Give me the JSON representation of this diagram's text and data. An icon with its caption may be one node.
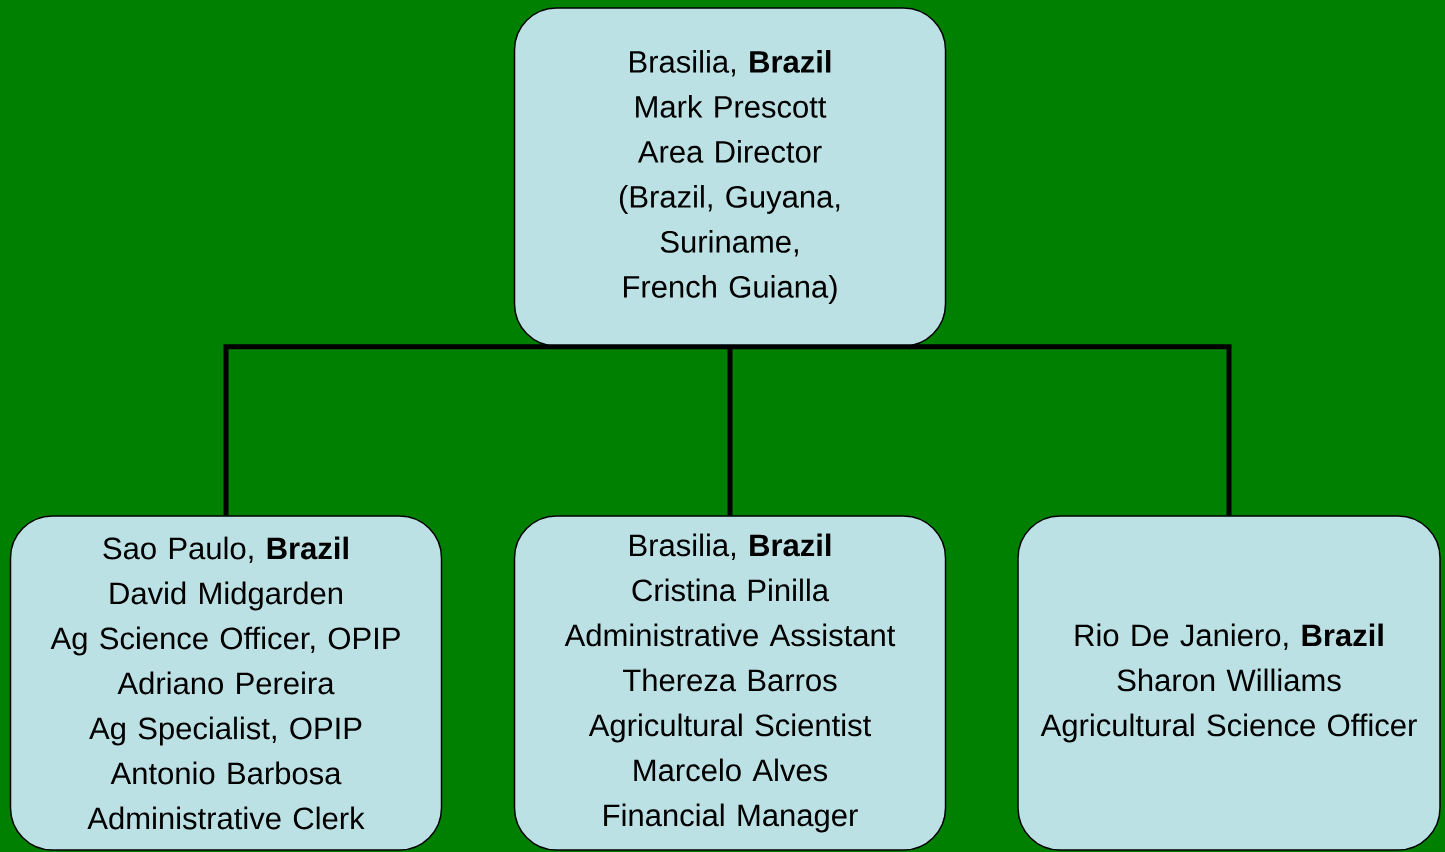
{
  "diagram": {
    "nodes": [
      {
        "text": [
          "Brasilia, **Brazil**",
          "Mark Prescott",
          "Area Director",
          "(Brazil, Guyana, Suriname, French Guiana)"
        ]
      },
      {
        "text": [
          "Sao Paulo, **Brazil**",
          "David Midgarden",
          "Ag Science Officer, OPIP",
          "Adriano Pereira",
          "Ag Specialist, OPIP",
          "Antonio Barbosa",
          "Administrative Clerk"
        ]
      },
      {
        "text": [
          "Brasilia, **Brazil**",
          "Cristina Pinilla",
          "Administrative Assistant",
          "Thereza Barros",
          "Agricultural Scientist",
          "Marcelo Alves",
          "Financial Manager"
        ]
      },
      {
        "text": [
          "Rio De Janiero, **Brazil**",
          "Sharon Williams",
          "Agricultural Science Officer"
        ]
      }
    ],
    "edges": [
      {
        "from": 0,
        "to": 1,
        "arrow": "none"
      },
      {
        "from": 0,
        "to": 2,
        "arrow": "none"
      },
      {
        "from": 0,
        "to": 3,
        "arrow": "none"
      }
    ]
  }
}
